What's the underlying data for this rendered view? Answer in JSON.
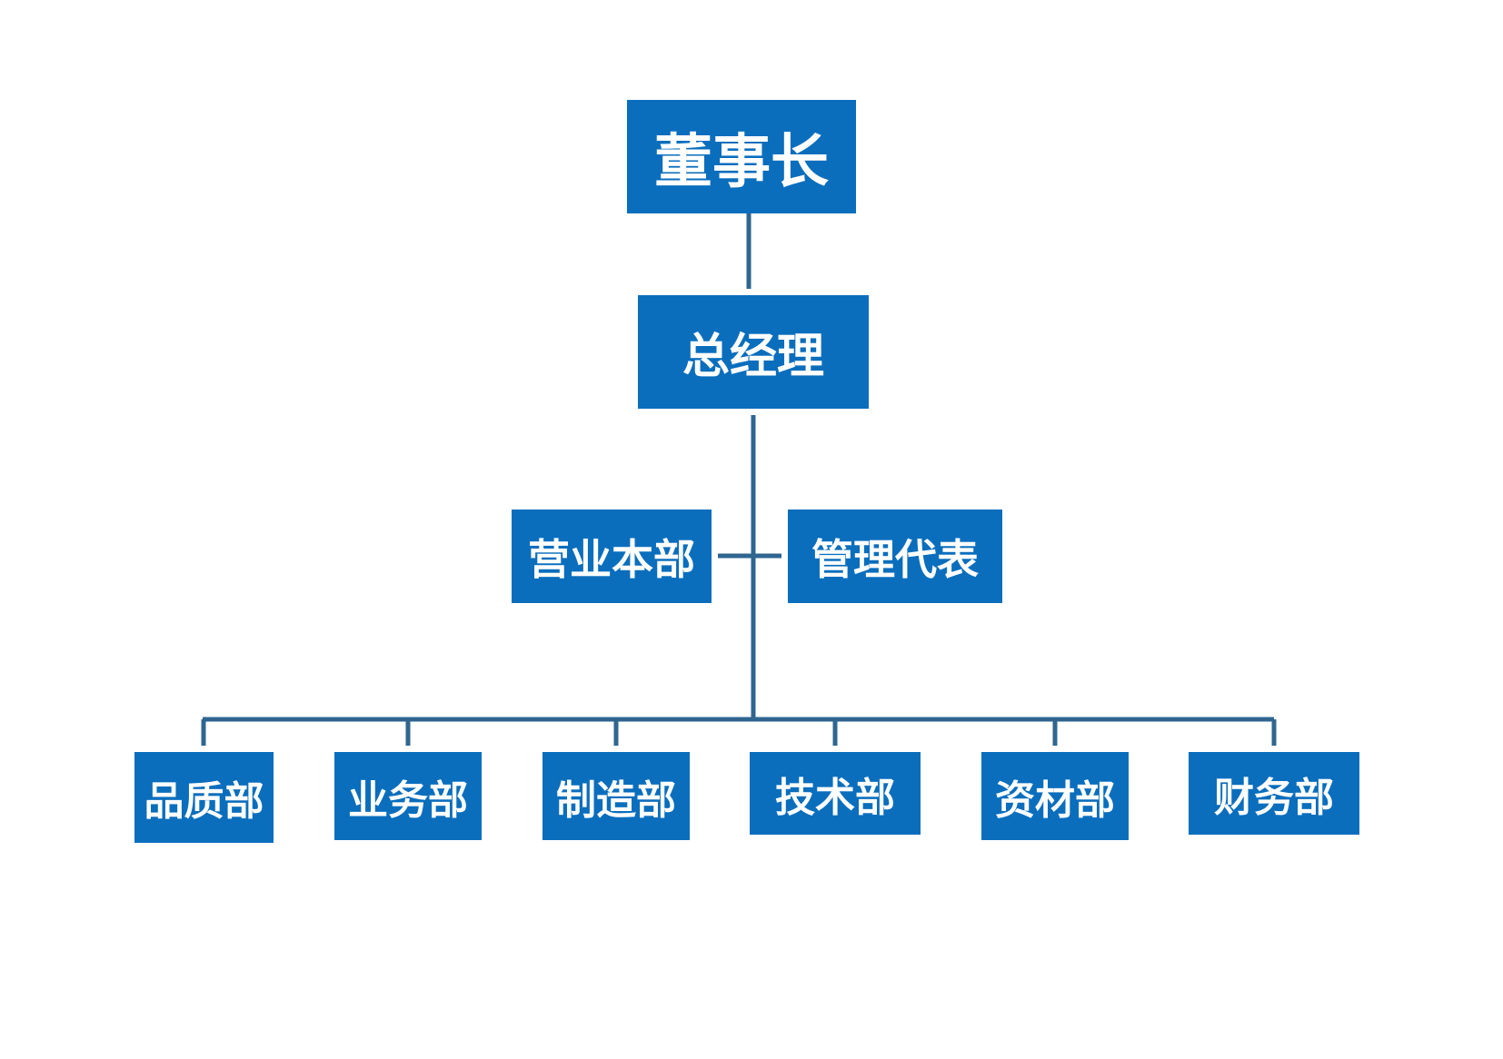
{
  "org_chart": {
    "chairman": "董事长",
    "general_manager": "总经理",
    "staff_left": "营业本部",
    "staff_right": "管理代表",
    "departments": [
      "品质部",
      "业务部",
      "制造部",
      "技术部",
      "资材部",
      "财务部"
    ]
  },
  "colors": {
    "box_fill": "#0a6ebd",
    "box_text": "#ffffff",
    "connector": "#2f6690",
    "background": "#ffffff"
  }
}
